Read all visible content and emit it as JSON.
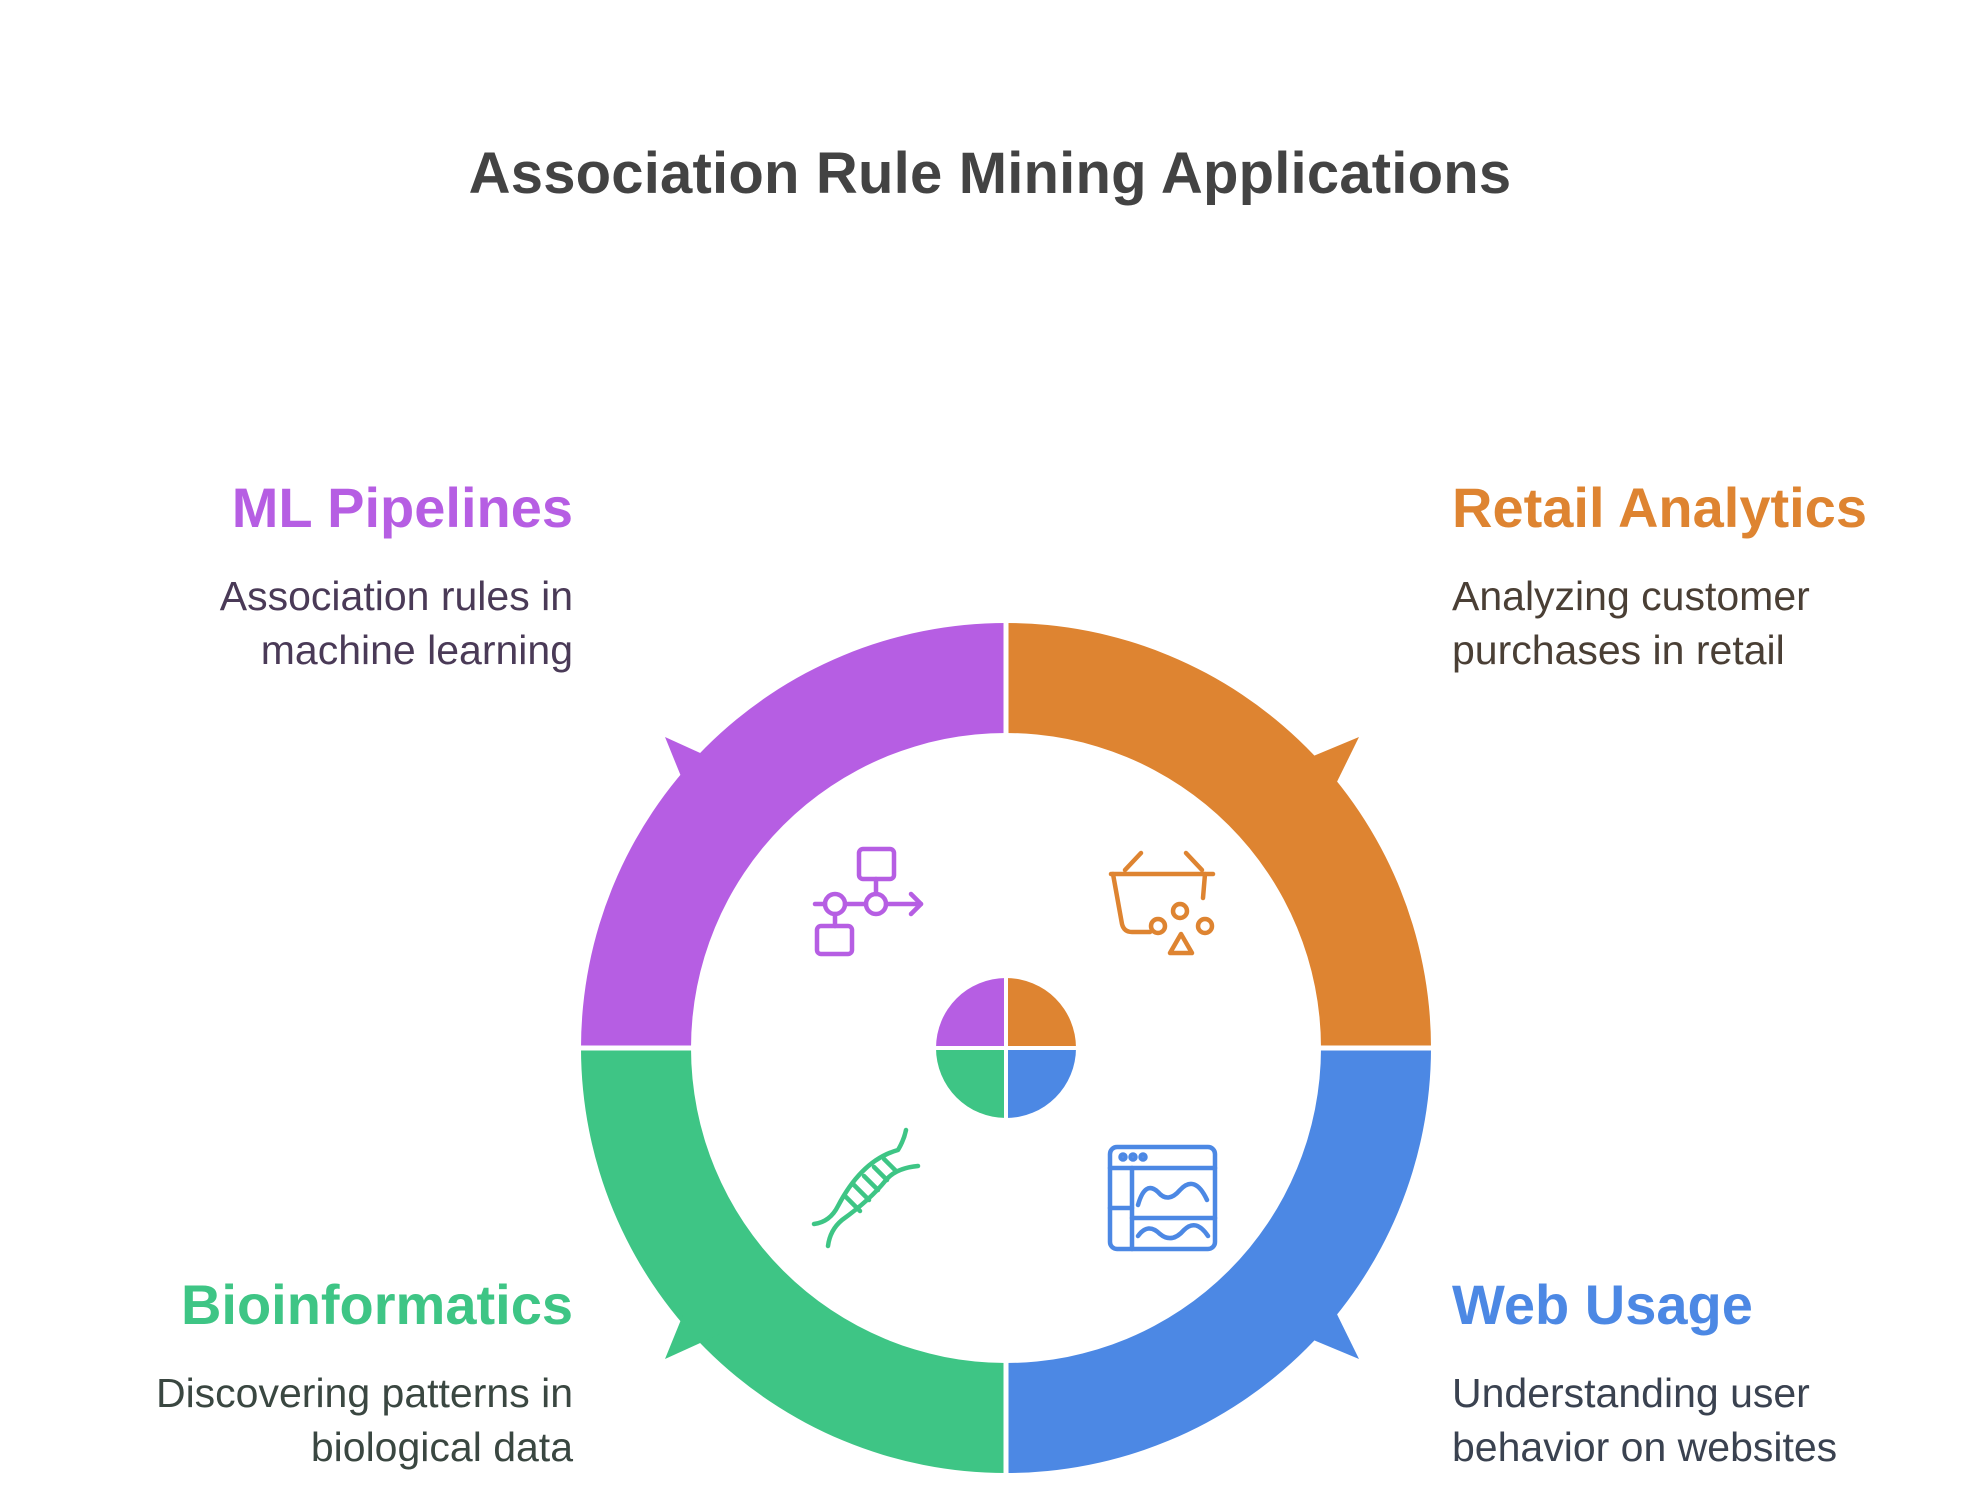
{
  "title": "Association Rule Mining Applications",
  "colors": {
    "purple": "#B65EE3",
    "orange": "#DE8431",
    "green": "#3EC585",
    "blue": "#4C88E4",
    "title": "#434343"
  },
  "segments": [
    {
      "key": "ml",
      "heading": "ML Pipelines",
      "description_lines": [
        "Association rules in",
        "machine learning"
      ],
      "color": "#B65EE3",
      "desc_color": "#4a3a57",
      "icon": "flowchart-icon"
    },
    {
      "key": "retail",
      "heading": "Retail Analytics",
      "description_lines": [
        "Analyzing customer",
        "purchases in retail"
      ],
      "color": "#DE8431",
      "desc_color": "#4a3f35",
      "icon": "shopping-basket-icon"
    },
    {
      "key": "bio",
      "heading": "Bioinformatics",
      "description_lines": [
        "Discovering patterns in",
        "biological data"
      ],
      "color": "#3EC585",
      "desc_color": "#3a4741",
      "icon": "dna-icon"
    },
    {
      "key": "web",
      "heading": "Web Usage",
      "description_lines": [
        "Understanding user",
        "behavior on websites"
      ],
      "color": "#4C88E4",
      "desc_color": "#3a4250",
      "icon": "browser-analytics-icon"
    }
  ]
}
